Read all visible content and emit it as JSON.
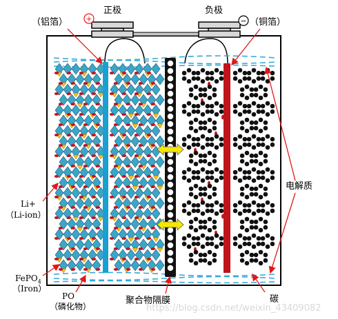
{
  "labels": {
    "positive_terminal": "正极",
    "negative_terminal": "负极",
    "aluminum_foil": "（铝箔）",
    "copper_foil": "（铜箔）",
    "plus_sign": "+",
    "minus_sign": "−",
    "electrolyte": "电解质",
    "li_ion_line1": "Li+",
    "li_ion_line2": "（Li-ion）",
    "fepo4_main": "FePO",
    "fepo4_sub": "4",
    "fepo4_line2": "（Iron）",
    "po_line1": "PO",
    "po_line2": "（磷化物）",
    "separator": "聚合物隔膜",
    "carbon": "碳"
  },
  "watermark": "https://blog.csdn.net/weixin_43409082",
  "colors": {
    "aluminum_foil": "#1a9fd0",
    "copper_foil": "#c0141c",
    "crystal_tile": "#3aa6c8",
    "li_ion": "#c8141c",
    "phosphate": "#f2c21a",
    "carbon_atom": "#111111",
    "electrolyte_line": "#33a9d9",
    "arrow_red": "#e01818",
    "arrow_yellow": "#f5e800"
  }
}
